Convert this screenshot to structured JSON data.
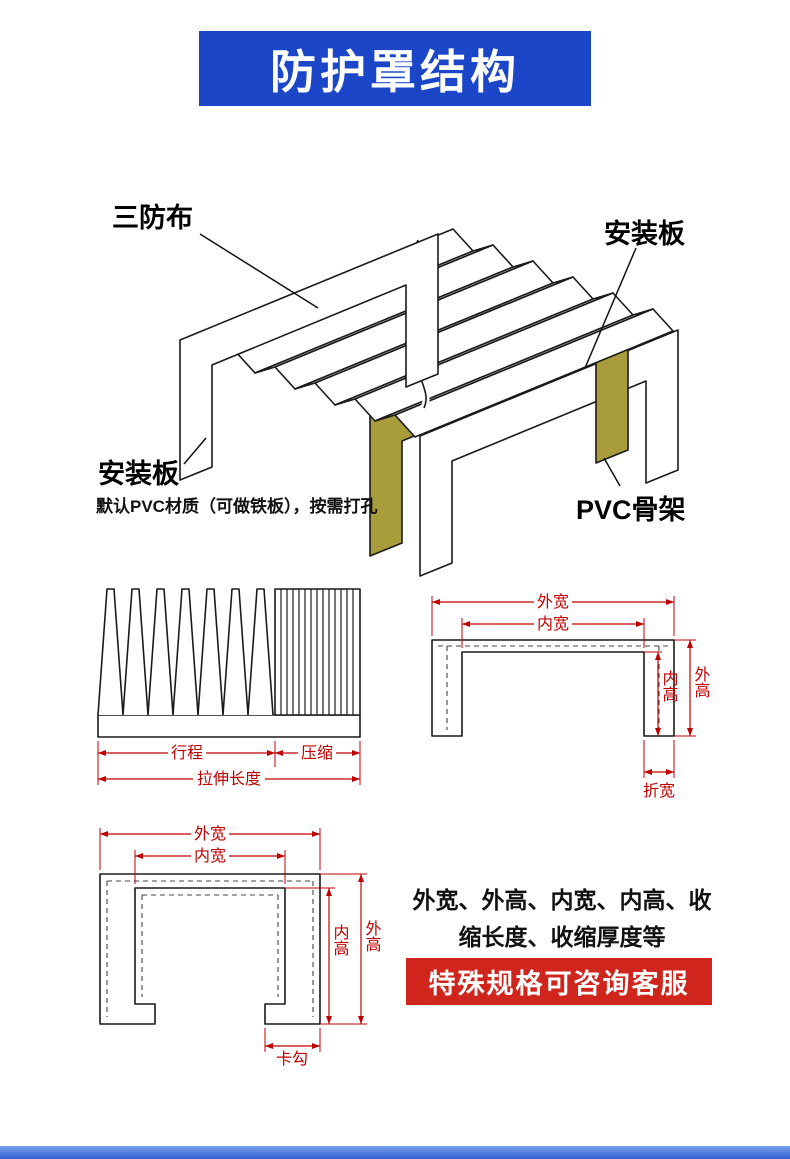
{
  "title": {
    "text": "防护罩结构",
    "bg": "#1b46c8",
    "text_color": "#ffffff"
  },
  "illustration": {
    "label_fabric": "三防布",
    "label_mount_top": "安装板",
    "label_mount_bottom": "安装板",
    "mount_note": "默认PVC材质（可做铁板），按需打孔",
    "label_pvc": "PVC骨架",
    "pvc_panel_color": "#a89d3a"
  },
  "profile_diagram": {
    "stroke_label": "行程",
    "compress_label": "压缩",
    "extended_label": "拉伸长度",
    "dim_color": "#c00000"
  },
  "channel_top": {
    "outer_width": "外宽",
    "inner_width": "内宽",
    "inner_height": "内高",
    "outer_height": "外高",
    "fold_width": "折宽"
  },
  "channel_bottom": {
    "outer_width": "外宽",
    "inner_width": "内宽",
    "inner_height": "内高",
    "outer_height": "外高",
    "hook": "卡勾"
  },
  "specs": {
    "line1": "外宽、外高、内宽、内高、收",
    "line2": "缩长度、收缩厚度等"
  },
  "service_banner": {
    "text": "特殊规格可咨询客服",
    "bg": "#d0251c"
  },
  "footer_bar_color": "#3f6ed8"
}
